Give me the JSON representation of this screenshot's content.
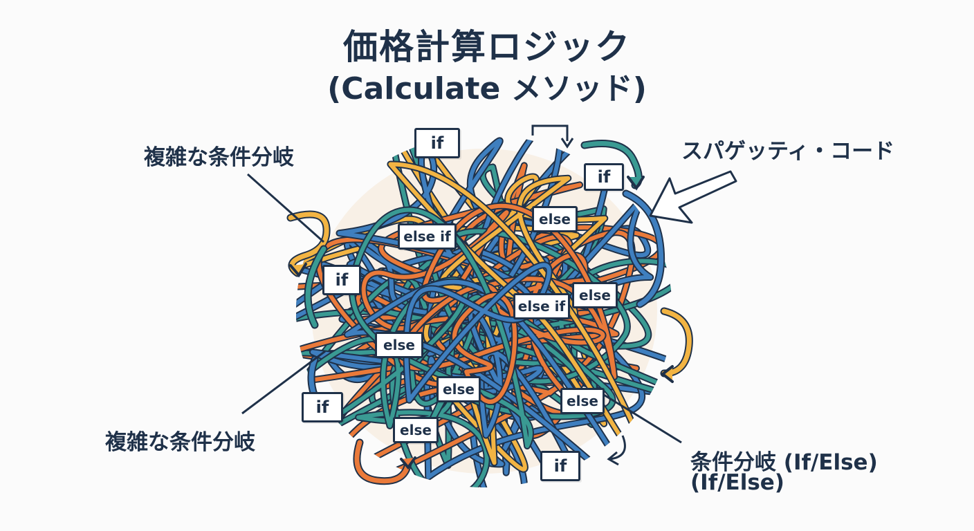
{
  "title": {
    "line1": "価格計算ロジック",
    "line2": "(Calculate メソッド)"
  },
  "callouts": {
    "top_left": "複雑な条件分岐",
    "bottom_left": "複雑な条件分岐",
    "top_right": "スパゲッティ・コード",
    "bottom_right_line1": "条件分岐 (If/Else)",
    "bottom_right_line2": "(If/Else)"
  },
  "tags": {
    "t1": "if",
    "t2": "if",
    "t3": "else",
    "t4": "else if",
    "t5": "if",
    "t6": "else if",
    "t7": "else",
    "t8": "else",
    "t9": "else",
    "t10": "else",
    "t11": "if",
    "t12": "else",
    "t13": "if"
  },
  "colors": {
    "ink": "#1f3149",
    "blue": "#3f7fbf",
    "teal": "#3a9a93",
    "orange": "#ea7a3a",
    "yellow": "#f2b443"
  }
}
